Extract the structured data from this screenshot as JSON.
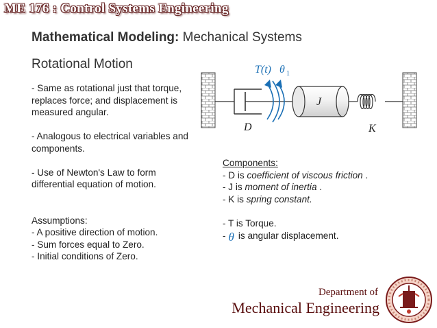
{
  "header": {
    "course_title": "ME 176 : Control Systems Engineering"
  },
  "slide": {
    "heading_bold": "Mathematical Modeling:",
    "heading_rest": " Mechanical Systems",
    "section_title": "Rotational Motion"
  },
  "notes": [
    "- Same as rotational just that torque, replaces force; and displacement is measured angular.",
    "- Analogous to electrical variables and components.",
    "- Use of Newton's Law to form differential equation of motion."
  ],
  "assumptions": {
    "title": "Assumptions:",
    "items": [
      "- A positive direction of motion.",
      "- Sum forces equal to Zero.",
      "- Initial conditions of Zero."
    ]
  },
  "components": {
    "title": "Components:",
    "d_prefix": "- D is ",
    "d_term": "coefficient of viscous friction",
    "d_suffix": " .",
    "j_prefix": "- J is ",
    "j_term": "moment of inertia",
    "j_suffix": " .",
    "k_prefix": "- K is ",
    "k_term": "spring constant.",
    "t_line": "- T is Torque.",
    "theta_prefix": "-",
    "theta_symbol": "θ",
    "theta_suffix": "is angular displacement."
  },
  "diagram": {
    "torque_label": "T(t)",
    "theta_label": "θ",
    "theta_subscript": "1",
    "inertia_label": "J",
    "damper_label": "D",
    "spring_label": "K",
    "accent_color": "#1a6fb5"
  },
  "footer": {
    "dept_line1": "Department of",
    "dept_line2": "Mechanical Engineering",
    "brand_color": "#5a0f0f"
  }
}
